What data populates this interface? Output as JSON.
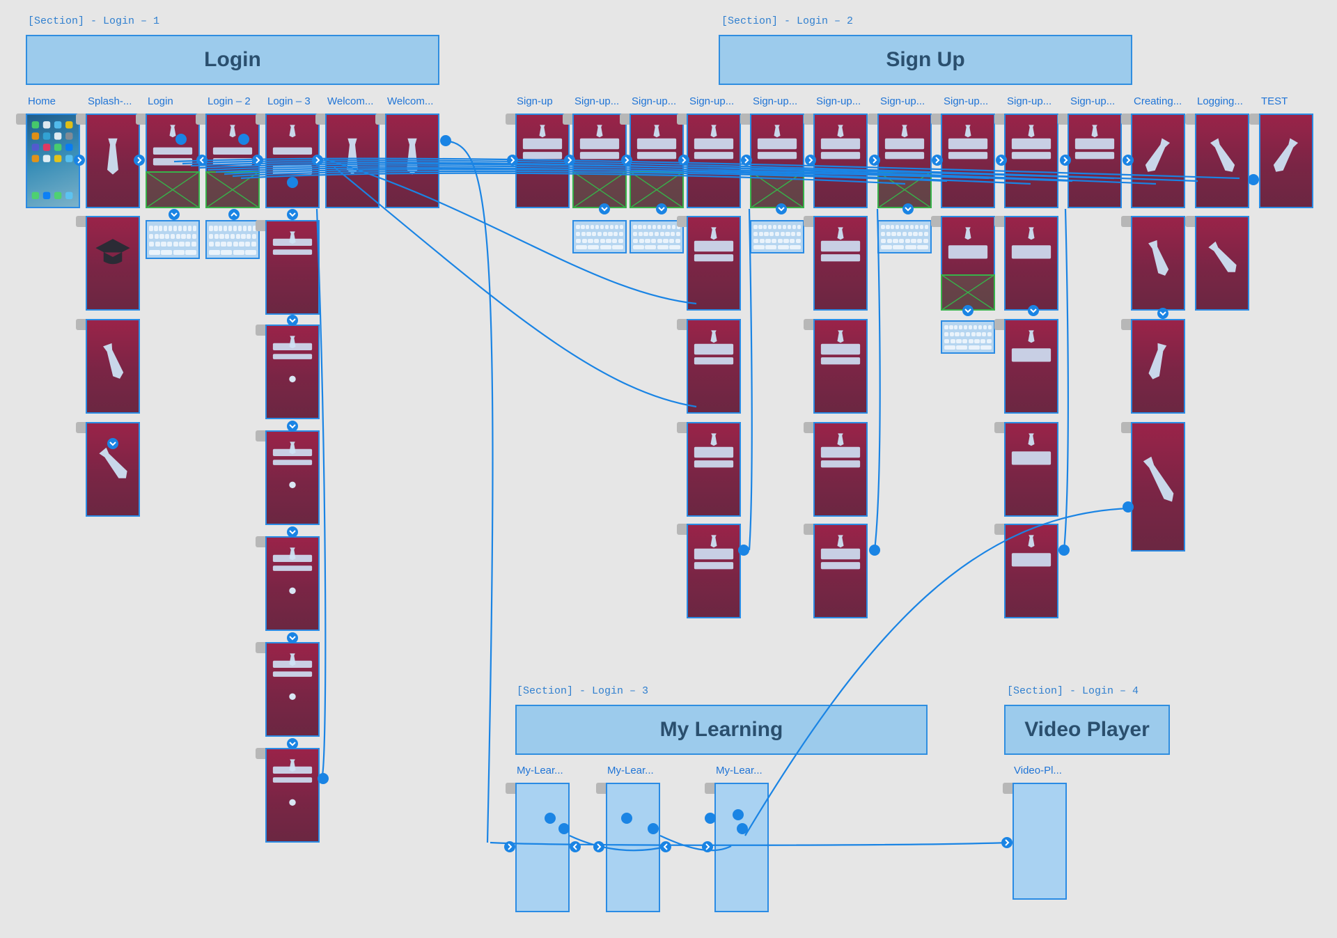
{
  "sections": [
    {
      "label": "[Section] - Login – 1",
      "title": "Login"
    },
    {
      "label": "[Section] - Login – 2",
      "title": "Sign Up"
    },
    {
      "label": "[Section] - Login – 3",
      "title": "My Learning"
    },
    {
      "label": "[Section] - Login – 4",
      "title": "Video Player"
    }
  ],
  "artboard_labels": [
    "Home",
    "Splash-...",
    "Login",
    "Login – 2",
    "Login – 3",
    "Welcom...",
    "Welcom...",
    "Sign-up",
    "Sign-up...",
    "Sign-up...",
    "Sign-up...",
    "Sign-up...",
    "Sign-up...",
    "Sign-up...",
    "Sign-up...",
    "Sign-up...",
    "Sign-up...",
    "Creating...",
    "Logging...",
    "TEST",
    "My-Lear...",
    "My-Lear...",
    "My-Lear...",
    "Video-Pl..."
  ],
  "colors": {
    "canvas": "#e6e6e6",
    "section_fill": "#9ccbec",
    "section_border": "#2f8ee0",
    "link": "#1a84e4",
    "artboard_fill": "#8a2448",
    "placeholder_border": "#37b34a"
  }
}
